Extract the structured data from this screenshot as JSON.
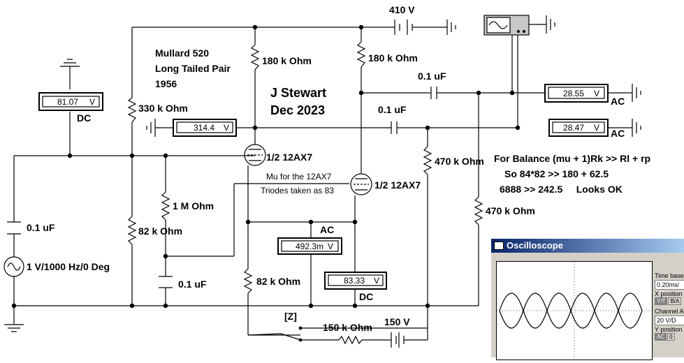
{
  "title": {
    "line1": "Mullard 520",
    "line2": "Long Tailed Pair",
    "line3": "1956",
    "author": "J Stewart",
    "date": "Dec 2023"
  },
  "supplies": {
    "main": "410 V",
    "bias": "150 V"
  },
  "source": {
    "label": "1 V/1000 Hz/0 Deg"
  },
  "tubes": {
    "upper": "1/2 12AX7",
    "lower": "1/2 12AX7"
  },
  "resistors": {
    "r_330k": "330 k Ohm",
    "r_82k_left": "82 k Ohm",
    "r_1m": "1 M Ohm",
    "r_180k_a": "180 k Ohm",
    "r_180k_b": "180 k Ohm",
    "r_82k_tail": "82 k Ohm",
    "r_470k_a": "470 k Ohm",
    "r_470k_b": "470 k Ohm",
    "r_150k": "150 k Ohm"
  },
  "capacitors": {
    "c_in": "0.1 uF",
    "c_grid": "0.1 uF",
    "c_out_top": "0.1 uF",
    "c_out_bottom": "0.1 uF"
  },
  "meters": {
    "dc_left": {
      "value": "81.07",
      "unit": "V",
      "mode": "DC"
    },
    "plate_top": {
      "value": "314.4",
      "unit": "V"
    },
    "ac_mid": {
      "value": "492.3m",
      "unit": "V",
      "mode": "AC"
    },
    "dc_cathode": {
      "value": "83.33",
      "unit": "V",
      "mode": "DC"
    },
    "ac_out1": {
      "value": "28.55",
      "unit": "V",
      "mode": "AC"
    },
    "ac_out2": {
      "value": "28.47",
      "unit": "V",
      "mode": "AC"
    }
  },
  "notes": {
    "mu1": "Mu for the 12AX7",
    "mu2": "Triodes taken as 83",
    "balance1": "For Balance (mu + 1)Rk >> Rl + rp",
    "balance2": "So 84*82 >> 180 + 62.5",
    "balance3": "6888 >> 242.5     Looks OK"
  },
  "switch": {
    "key": "[Z]"
  },
  "oscilloscope": {
    "title": "Oscilloscope",
    "timebase_label": "Time base",
    "timebase_value": "0.20ms/",
    "xpos_label": "X position",
    "yt_btn": "Y/T",
    "ba_btn": "B/A",
    "channel_label": "Channel A",
    "channel_value": "20 V/D",
    "ypos_label": "Y position",
    "ac_btn": "AC",
    "zero_btn": "0"
  }
}
